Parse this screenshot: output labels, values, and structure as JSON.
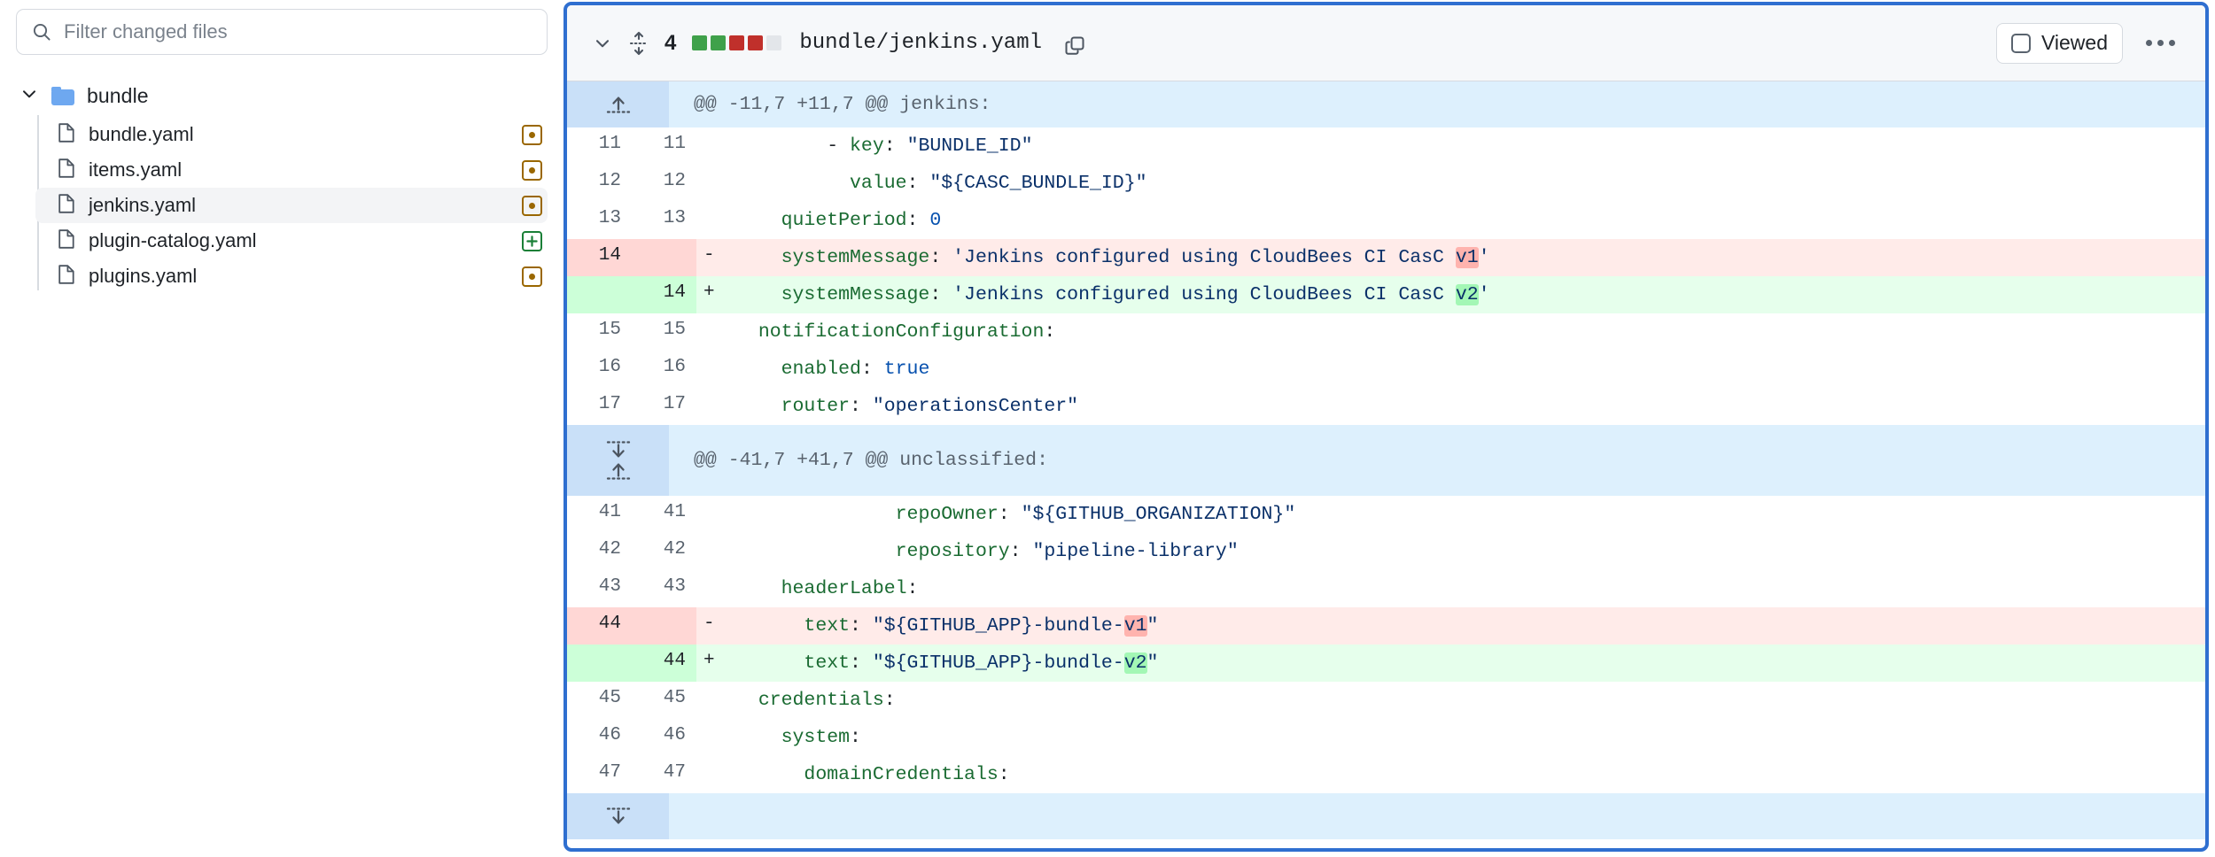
{
  "filter": {
    "placeholder": "Filter changed files",
    "value": "",
    "icon": "search-icon"
  },
  "tree": {
    "folder": {
      "label": "bundle",
      "expanded": true,
      "icon": "folder-icon",
      "chevron": "chevron-down-icon"
    },
    "files": [
      {
        "name": "bundle.yaml",
        "status": "modified",
        "status_icon": "modified-dot-icon",
        "selected": false
      },
      {
        "name": "items.yaml",
        "status": "modified",
        "status_icon": "modified-dot-icon",
        "selected": false
      },
      {
        "name": "jenkins.yaml",
        "status": "modified",
        "status_icon": "modified-dot-icon",
        "selected": true
      },
      {
        "name": "plugin-catalog.yaml",
        "status": "added",
        "status_icon": "added-plus-icon",
        "selected": false
      },
      {
        "name": "plugins.yaml",
        "status": "modified",
        "status_icon": "modified-dot-icon",
        "selected": false
      }
    ]
  },
  "diff": {
    "header": {
      "collapse_icon": "chevron-down-icon",
      "unfold_icon": "unfold-vertical-icon",
      "change_count": "4",
      "diffstat": [
        "#3fa14a",
        "#3fa14a",
        "#c0302b",
        "#c0302b",
        "#e3e6ea"
      ],
      "filepath": "bundle/jenkins.yaml",
      "copy_icon": "copy-icon",
      "viewed_label": "Viewed",
      "viewed_checked": false,
      "kebab_icon": "kebab-menu-icon"
    },
    "rows": [
      {
        "type": "hunk",
        "expand": "up",
        "text": "@@ -11,7 +11,7 @@ jenkins:"
      },
      {
        "type": "ctx",
        "old": "11",
        "new": "11",
        "marker": "",
        "tokens": [
          {
            "t": "        ",
            "c": "p"
          },
          {
            "t": "- ",
            "c": "dash"
          },
          {
            "t": "key",
            "c": "k"
          },
          {
            "t": ": ",
            "c": "p"
          },
          {
            "t": "\"BUNDLE_ID\"",
            "c": "s"
          }
        ]
      },
      {
        "type": "ctx",
        "old": "12",
        "new": "12",
        "marker": "",
        "tokens": [
          {
            "t": "          ",
            "c": "p"
          },
          {
            "t": "value",
            "c": "k"
          },
          {
            "t": ": ",
            "c": "p"
          },
          {
            "t": "\"${CASC_BUNDLE_ID}\"",
            "c": "s"
          }
        ]
      },
      {
        "type": "ctx",
        "old": "13",
        "new": "13",
        "marker": "",
        "tokens": [
          {
            "t": "    ",
            "c": "p"
          },
          {
            "t": "quietPeriod",
            "c": "k"
          },
          {
            "t": ": ",
            "c": "p"
          },
          {
            "t": "0",
            "c": "n"
          }
        ]
      },
      {
        "type": "del",
        "old": "14",
        "new": "",
        "marker": "-",
        "tokens": [
          {
            "t": "    ",
            "c": "p"
          },
          {
            "t": "systemMessage",
            "c": "k"
          },
          {
            "t": ": ",
            "c": "p"
          },
          {
            "t": "'Jenkins configured using CloudBees CI CasC ",
            "c": "s"
          },
          {
            "t": "v1",
            "c": "s",
            "hl": "del"
          },
          {
            "t": "'",
            "c": "s"
          }
        ]
      },
      {
        "type": "add",
        "old": "",
        "new": "14",
        "marker": "+",
        "tokens": [
          {
            "t": "    ",
            "c": "p"
          },
          {
            "t": "systemMessage",
            "c": "k"
          },
          {
            "t": ": ",
            "c": "p"
          },
          {
            "t": "'Jenkins configured using CloudBees CI CasC ",
            "c": "s"
          },
          {
            "t": "v2",
            "c": "s",
            "hl": "add"
          },
          {
            "t": "'",
            "c": "s"
          }
        ]
      },
      {
        "type": "ctx",
        "old": "15",
        "new": "15",
        "marker": "",
        "tokens": [
          {
            "t": "  ",
            "c": "p"
          },
          {
            "t": "notificationConfiguration",
            "c": "k"
          },
          {
            "t": ":",
            "c": "p"
          }
        ]
      },
      {
        "type": "ctx",
        "old": "16",
        "new": "16",
        "marker": "",
        "tokens": [
          {
            "t": "    ",
            "c": "p"
          },
          {
            "t": "enabled",
            "c": "k"
          },
          {
            "t": ": ",
            "c": "p"
          },
          {
            "t": "true",
            "c": "n"
          }
        ]
      },
      {
        "type": "ctx",
        "old": "17",
        "new": "17",
        "marker": "",
        "tokens": [
          {
            "t": "    ",
            "c": "p"
          },
          {
            "t": "router",
            "c": "k"
          },
          {
            "t": ": ",
            "c": "p"
          },
          {
            "t": "\"operationsCenter\"",
            "c": "s"
          }
        ]
      },
      {
        "type": "hunk",
        "expand": "both",
        "text": "@@ -41,7 +41,7 @@ unclassified:"
      },
      {
        "type": "ctx",
        "old": "41",
        "new": "41",
        "marker": "",
        "tokens": [
          {
            "t": "              ",
            "c": "p"
          },
          {
            "t": "repoOwner",
            "c": "k"
          },
          {
            "t": ": ",
            "c": "p"
          },
          {
            "t": "\"${GITHUB_ORGANIZATION}\"",
            "c": "s"
          }
        ]
      },
      {
        "type": "ctx",
        "old": "42",
        "new": "42",
        "marker": "",
        "tokens": [
          {
            "t": "              ",
            "c": "p"
          },
          {
            "t": "repository",
            "c": "k"
          },
          {
            "t": ": ",
            "c": "p"
          },
          {
            "t": "\"pipeline-library\"",
            "c": "s"
          }
        ]
      },
      {
        "type": "ctx",
        "old": "43",
        "new": "43",
        "marker": "",
        "tokens": [
          {
            "t": "    ",
            "c": "p"
          },
          {
            "t": "headerLabel",
            "c": "k"
          },
          {
            "t": ":",
            "c": "p"
          }
        ]
      },
      {
        "type": "del",
        "old": "44",
        "new": "",
        "marker": "-",
        "tokens": [
          {
            "t": "      ",
            "c": "p"
          },
          {
            "t": "text",
            "c": "k"
          },
          {
            "t": ": ",
            "c": "p"
          },
          {
            "t": "\"${GITHUB_APP}-bundle-",
            "c": "s"
          },
          {
            "t": "v1",
            "c": "s",
            "hl": "del"
          },
          {
            "t": "\"",
            "c": "s"
          }
        ]
      },
      {
        "type": "add",
        "old": "",
        "new": "44",
        "marker": "+",
        "tokens": [
          {
            "t": "      ",
            "c": "p"
          },
          {
            "t": "text",
            "c": "k"
          },
          {
            "t": ": ",
            "c": "p"
          },
          {
            "t": "\"${GITHUB_APP}-bundle-",
            "c": "s"
          },
          {
            "t": "v2",
            "c": "s",
            "hl": "add"
          },
          {
            "t": "\"",
            "c": "s"
          }
        ]
      },
      {
        "type": "ctx",
        "old": "45",
        "new": "45",
        "marker": "",
        "tokens": [
          {
            "t": "  ",
            "c": "p"
          },
          {
            "t": "credentials",
            "c": "k"
          },
          {
            "t": ":",
            "c": "p"
          }
        ]
      },
      {
        "type": "ctx",
        "old": "46",
        "new": "46",
        "marker": "",
        "tokens": [
          {
            "t": "    ",
            "c": "p"
          },
          {
            "t": "system",
            "c": "k"
          },
          {
            "t": ":",
            "c": "p"
          }
        ]
      },
      {
        "type": "ctx",
        "old": "47",
        "new": "47",
        "marker": "",
        "tokens": [
          {
            "t": "      ",
            "c": "p"
          },
          {
            "t": "domainCredentials",
            "c": "k"
          },
          {
            "t": ":",
            "c": "p"
          }
        ]
      },
      {
        "type": "hunk",
        "expand": "down",
        "text": ""
      }
    ]
  },
  "colors": {
    "accent_border": "#2f6fd0",
    "add_bg": "#e6ffec",
    "add_gutter": "#ccffd8",
    "del_bg": "#ffebe9",
    "del_gutter": "#ffd7d5",
    "hunk_bg": "#ddf0fd",
    "hunk_expander": "#c9e0f8",
    "modified_badge": "#9a6700",
    "added_badge": "#1a7f37"
  }
}
